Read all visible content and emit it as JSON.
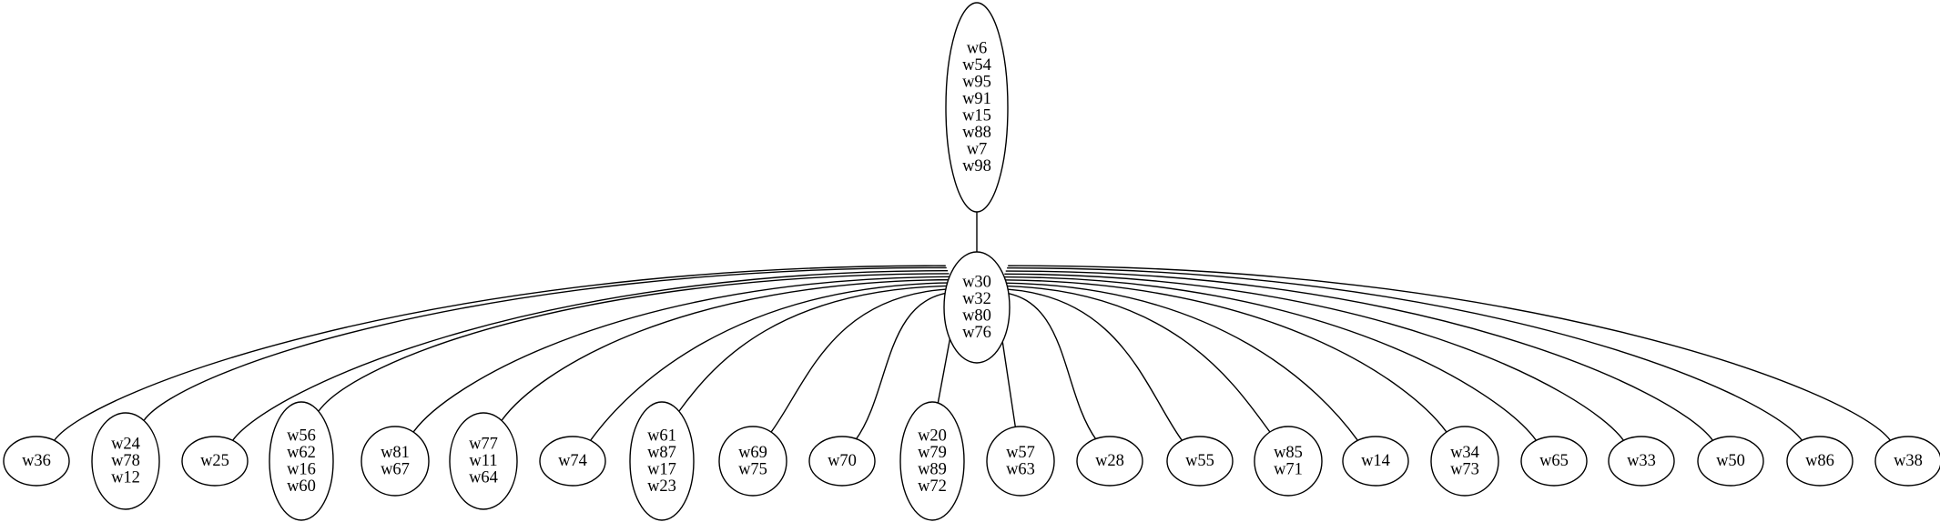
{
  "diagram": {
    "type": "tree",
    "root": {
      "id": "root",
      "labels": [
        "w6",
        "w54",
        "w95",
        "w91",
        "w15",
        "w88",
        "w7",
        "w98"
      ]
    },
    "hub": {
      "id": "hub",
      "labels": [
        "w30",
        "w32",
        "w80",
        "w76"
      ]
    },
    "leaves": [
      {
        "id": "leaf-w36",
        "labels": [
          "w36"
        ]
      },
      {
        "id": "leaf-w24",
        "labels": [
          "w24",
          "w78",
          "w12"
        ]
      },
      {
        "id": "leaf-w25",
        "labels": [
          "w25"
        ]
      },
      {
        "id": "leaf-w56",
        "labels": [
          "w56",
          "w62",
          "w16",
          "w60"
        ]
      },
      {
        "id": "leaf-w81",
        "labels": [
          "w81",
          "w67"
        ]
      },
      {
        "id": "leaf-w77",
        "labels": [
          "w77",
          "w11",
          "w64"
        ]
      },
      {
        "id": "leaf-w74",
        "labels": [
          "w74"
        ]
      },
      {
        "id": "leaf-w61",
        "labels": [
          "w61",
          "w87",
          "w17",
          "w23"
        ]
      },
      {
        "id": "leaf-w69",
        "labels": [
          "w69",
          "w75"
        ]
      },
      {
        "id": "leaf-w70",
        "labels": [
          "w70"
        ]
      },
      {
        "id": "leaf-w20",
        "labels": [
          "w20",
          "w79",
          "w89",
          "w72"
        ]
      },
      {
        "id": "leaf-w57",
        "labels": [
          "w57",
          "w63"
        ]
      },
      {
        "id": "leaf-w28",
        "labels": [
          "w28"
        ]
      },
      {
        "id": "leaf-w55",
        "labels": [
          "w55"
        ]
      },
      {
        "id": "leaf-w85",
        "labels": [
          "w85",
          "w71"
        ]
      },
      {
        "id": "leaf-w14",
        "labels": [
          "w14"
        ]
      },
      {
        "id": "leaf-w34",
        "labels": [
          "w34",
          "w73"
        ]
      },
      {
        "id": "leaf-w65",
        "labels": [
          "w65"
        ]
      },
      {
        "id": "leaf-w33",
        "labels": [
          "w33"
        ]
      },
      {
        "id": "leaf-w50",
        "labels": [
          "w50"
        ]
      },
      {
        "id": "leaf-w86",
        "labels": [
          "w86"
        ]
      },
      {
        "id": "leaf-w38",
        "labels": [
          "w38"
        ]
      }
    ]
  }
}
